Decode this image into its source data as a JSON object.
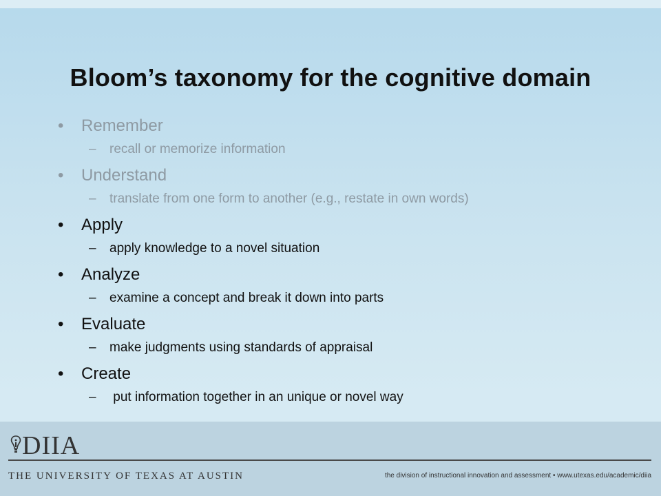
{
  "slide": {
    "title": "Bloom’s taxonomy for the cognitive domain",
    "items": [
      {
        "label": "Remember",
        "detail": "recall or memorize information"
      },
      {
        "label": "Understand",
        "detail": "translate from one form to another (e.g., restate in own words)"
      },
      {
        "label": "Apply",
        "detail": "apply knowledge to a novel situation"
      },
      {
        "label": "Analyze",
        "detail": "examine a concept and break it down into parts"
      },
      {
        "label": "Evaluate",
        "detail": "make judgments using standards of appraisal"
      },
      {
        "label": "Create",
        "detail": " put information together in an unique or novel way"
      }
    ],
    "bullet": "•",
    "dash": "–"
  },
  "footer": {
    "logo_text": "DIIA",
    "university": "THE UNIVERSITY OF TEXAS AT AUSTIN",
    "tagline": "the division of instructional innovation and assessment • www.utexas.edu/academic/diia"
  },
  "colors": {
    "faded_text": "#8e9aa3",
    "active_text": "#111111"
  }
}
